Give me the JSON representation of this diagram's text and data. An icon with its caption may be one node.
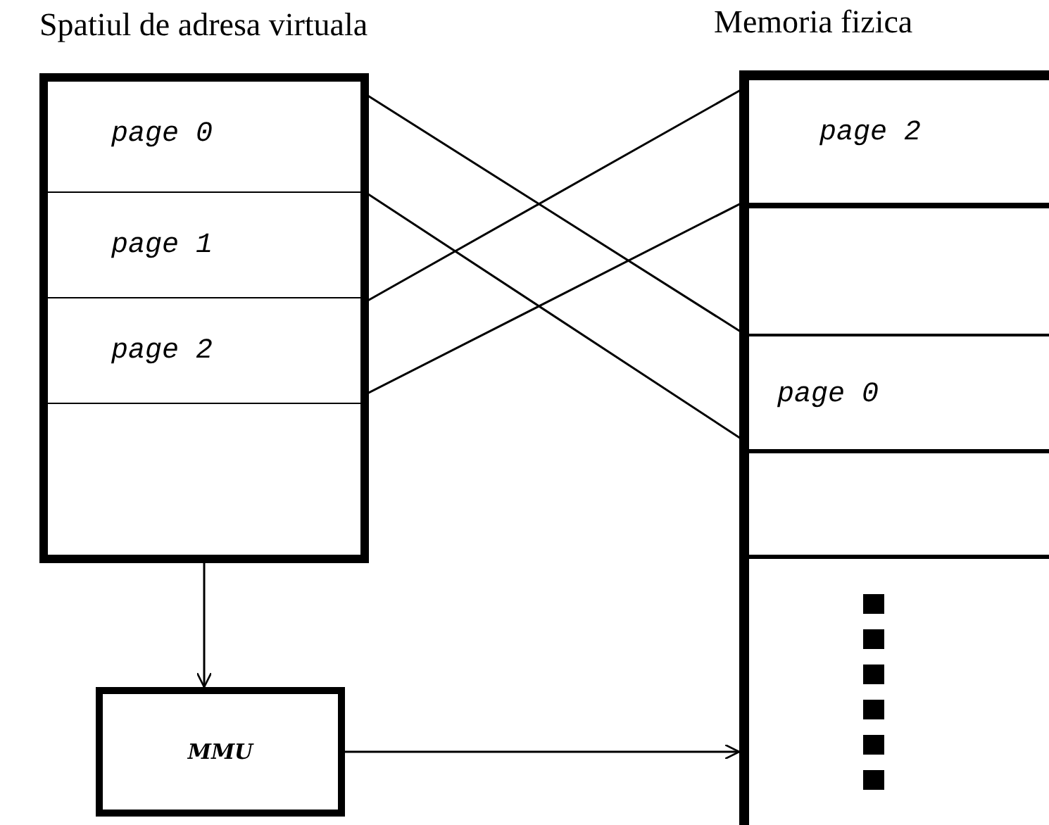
{
  "diagram": {
    "nodes": [
      {
        "text": [
          "Spatiul de adresa virtuala"
        ]
      },
      {
        "text": [
          "page 0"
        ],
        "in": 0
      },
      {
        "text": [
          "page 1"
        ],
        "in": 0
      },
      {
        "text": [
          "page 2"
        ],
        "in": 0
      },
      {
        "text": [],
        "shape": "box",
        "in": 0
      },
      {
        "text": [
          "Memoria fizica"
        ]
      },
      {
        "text": [
          "page 2"
        ],
        "in": 5
      },
      {
        "text": [],
        "shape": "box",
        "in": 5
      },
      {
        "text": [
          "page 0"
        ],
        "in": 5
      },
      {
        "text": [],
        "shape": "box",
        "in": 5
      },
      {
        "text": [],
        "shape": "box",
        "in": 5
      },
      {
        "text": [
          "MMU"
        ]
      }
    ],
    "edges": [
      {
        "from": 1,
        "to": 8,
        "arrow": "none"
      },
      {
        "from": 3,
        "to": 6,
        "arrow": "none"
      },
      {
        "from": 0,
        "to": 11,
        "arrow": "to"
      },
      {
        "from": 11,
        "to": 5,
        "arrow": "to"
      }
    ]
  }
}
